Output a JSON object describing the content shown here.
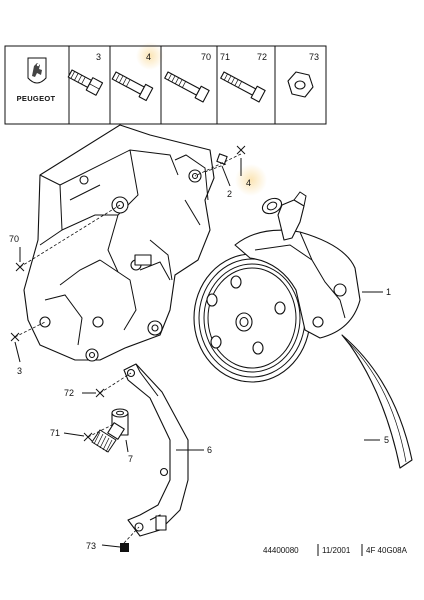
{
  "brand": {
    "name": "PEUGEOT",
    "logo_icon": "peugeot-lion-icon"
  },
  "header_parts": [
    "3",
    "4",
    "70",
    "71",
    "72",
    "73"
  ],
  "callouts": {
    "p1": "1",
    "p2": "2",
    "p3": "3",
    "p4": "4",
    "p5": "5",
    "p6": "6",
    "p7": "7",
    "p70": "70",
    "p71": "71",
    "p72": "72",
    "p73": "73"
  },
  "footer": {
    "ref": "44400080",
    "date": "11/2001",
    "code": "4F 40G08A"
  },
  "colors": {
    "highlight": "#fbe3b0",
    "line": "#111111",
    "background": "#ffffff"
  }
}
